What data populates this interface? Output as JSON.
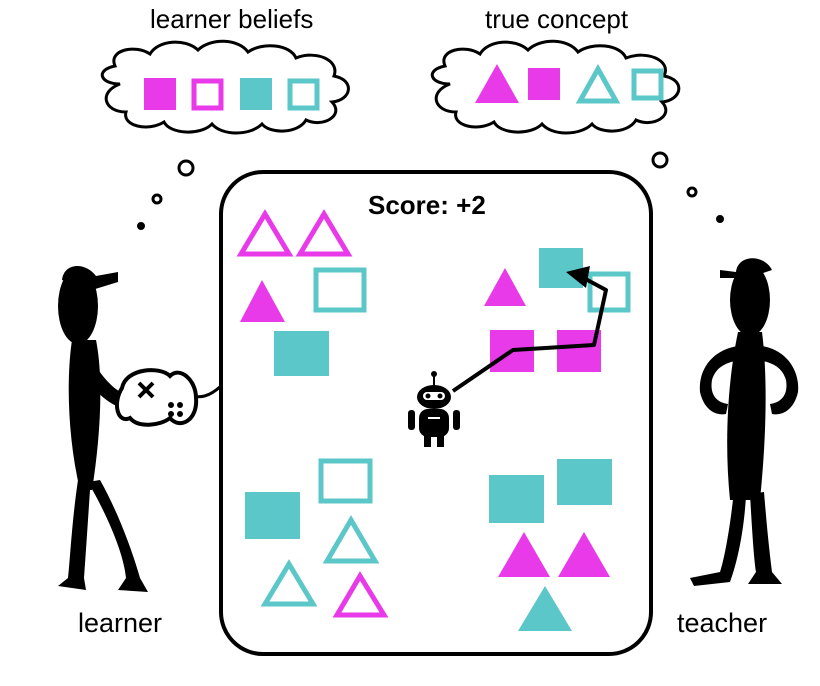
{
  "labels": {
    "learner_beliefs": "learner beliefs",
    "true_concept": "true concept",
    "score": "Score: +2",
    "learner": "learner",
    "teacher": "teacher"
  },
  "colors": {
    "magenta": "#e83ae8",
    "teal": "#5cc7c9",
    "ink": "#000000"
  },
  "learner_beliefs_shapes": [
    "filled magenta square",
    "outlined magenta square",
    "filled teal square",
    "outlined teal square"
  ],
  "true_concept_shapes": [
    "filled magenta triangle",
    "filled magenta square",
    "outlined teal triangle",
    "outlined teal square"
  ],
  "icons": {
    "robot": "robot-icon",
    "controller": "game-controller-icon"
  }
}
